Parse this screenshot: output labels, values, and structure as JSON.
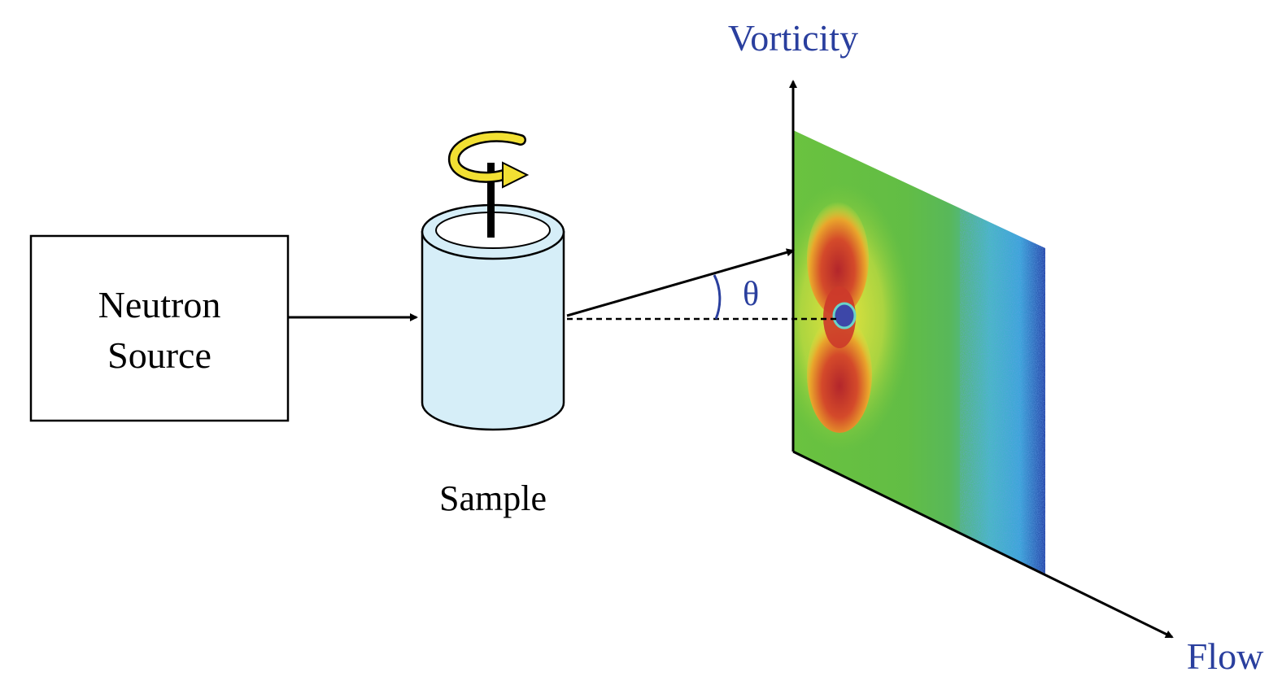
{
  "source_box": {
    "line1": "Neutron",
    "line2": "Source"
  },
  "sample": {
    "label": "Sample"
  },
  "axes": {
    "vertical_label": "Vorticity",
    "horizontal_label": "Flow",
    "angle_symbol": "θ"
  },
  "colors": {
    "label_text": "#000000",
    "axis_label": "#2a3f9e",
    "cylinder_fill": "#d6eef8",
    "rotation_arrow": "#f2e033",
    "detector_green": "#5dbb3c",
    "detector_red": "#c0392b",
    "detector_blue": "#2b4bb3"
  }
}
